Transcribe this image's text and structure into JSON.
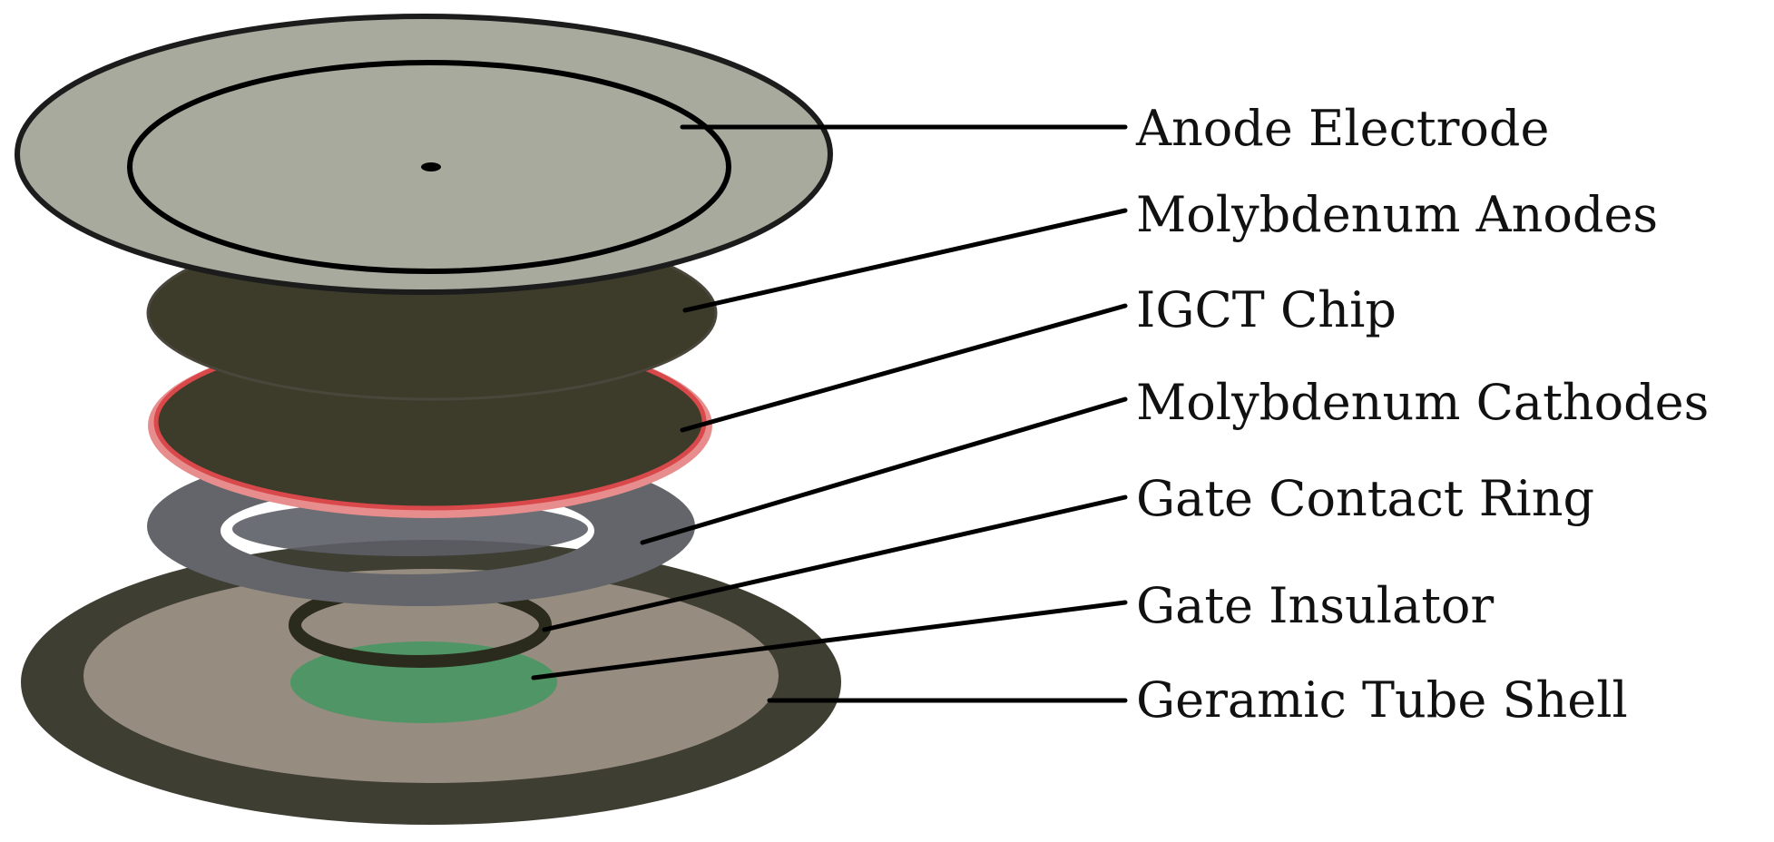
{
  "labels": {
    "anode_electrode": "Anode Electrode",
    "molybdenum_anodes": "Molybdenum Anodes",
    "igct_chip": "IGCT Chip",
    "molybdenum_cathodes": "Molybdenum Cathodes",
    "gate_contact_ring": "Gate Contact Ring",
    "gate_insulator": "Gate Insulator",
    "ceramic_tube_shell": "Geramic Tube Shell"
  },
  "colors": {
    "anode_electrode": "#a9aa9e",
    "molybdenum": "#3d3c2a",
    "igct_chip_edge": "#d9484a",
    "gate_contact_ring": "#63656a",
    "tube_shell_outer": "#3f3e33",
    "tube_shell_inner": "#978c80",
    "gate_insulator": "#2a2a1d",
    "green_disc": "#4f9565"
  }
}
